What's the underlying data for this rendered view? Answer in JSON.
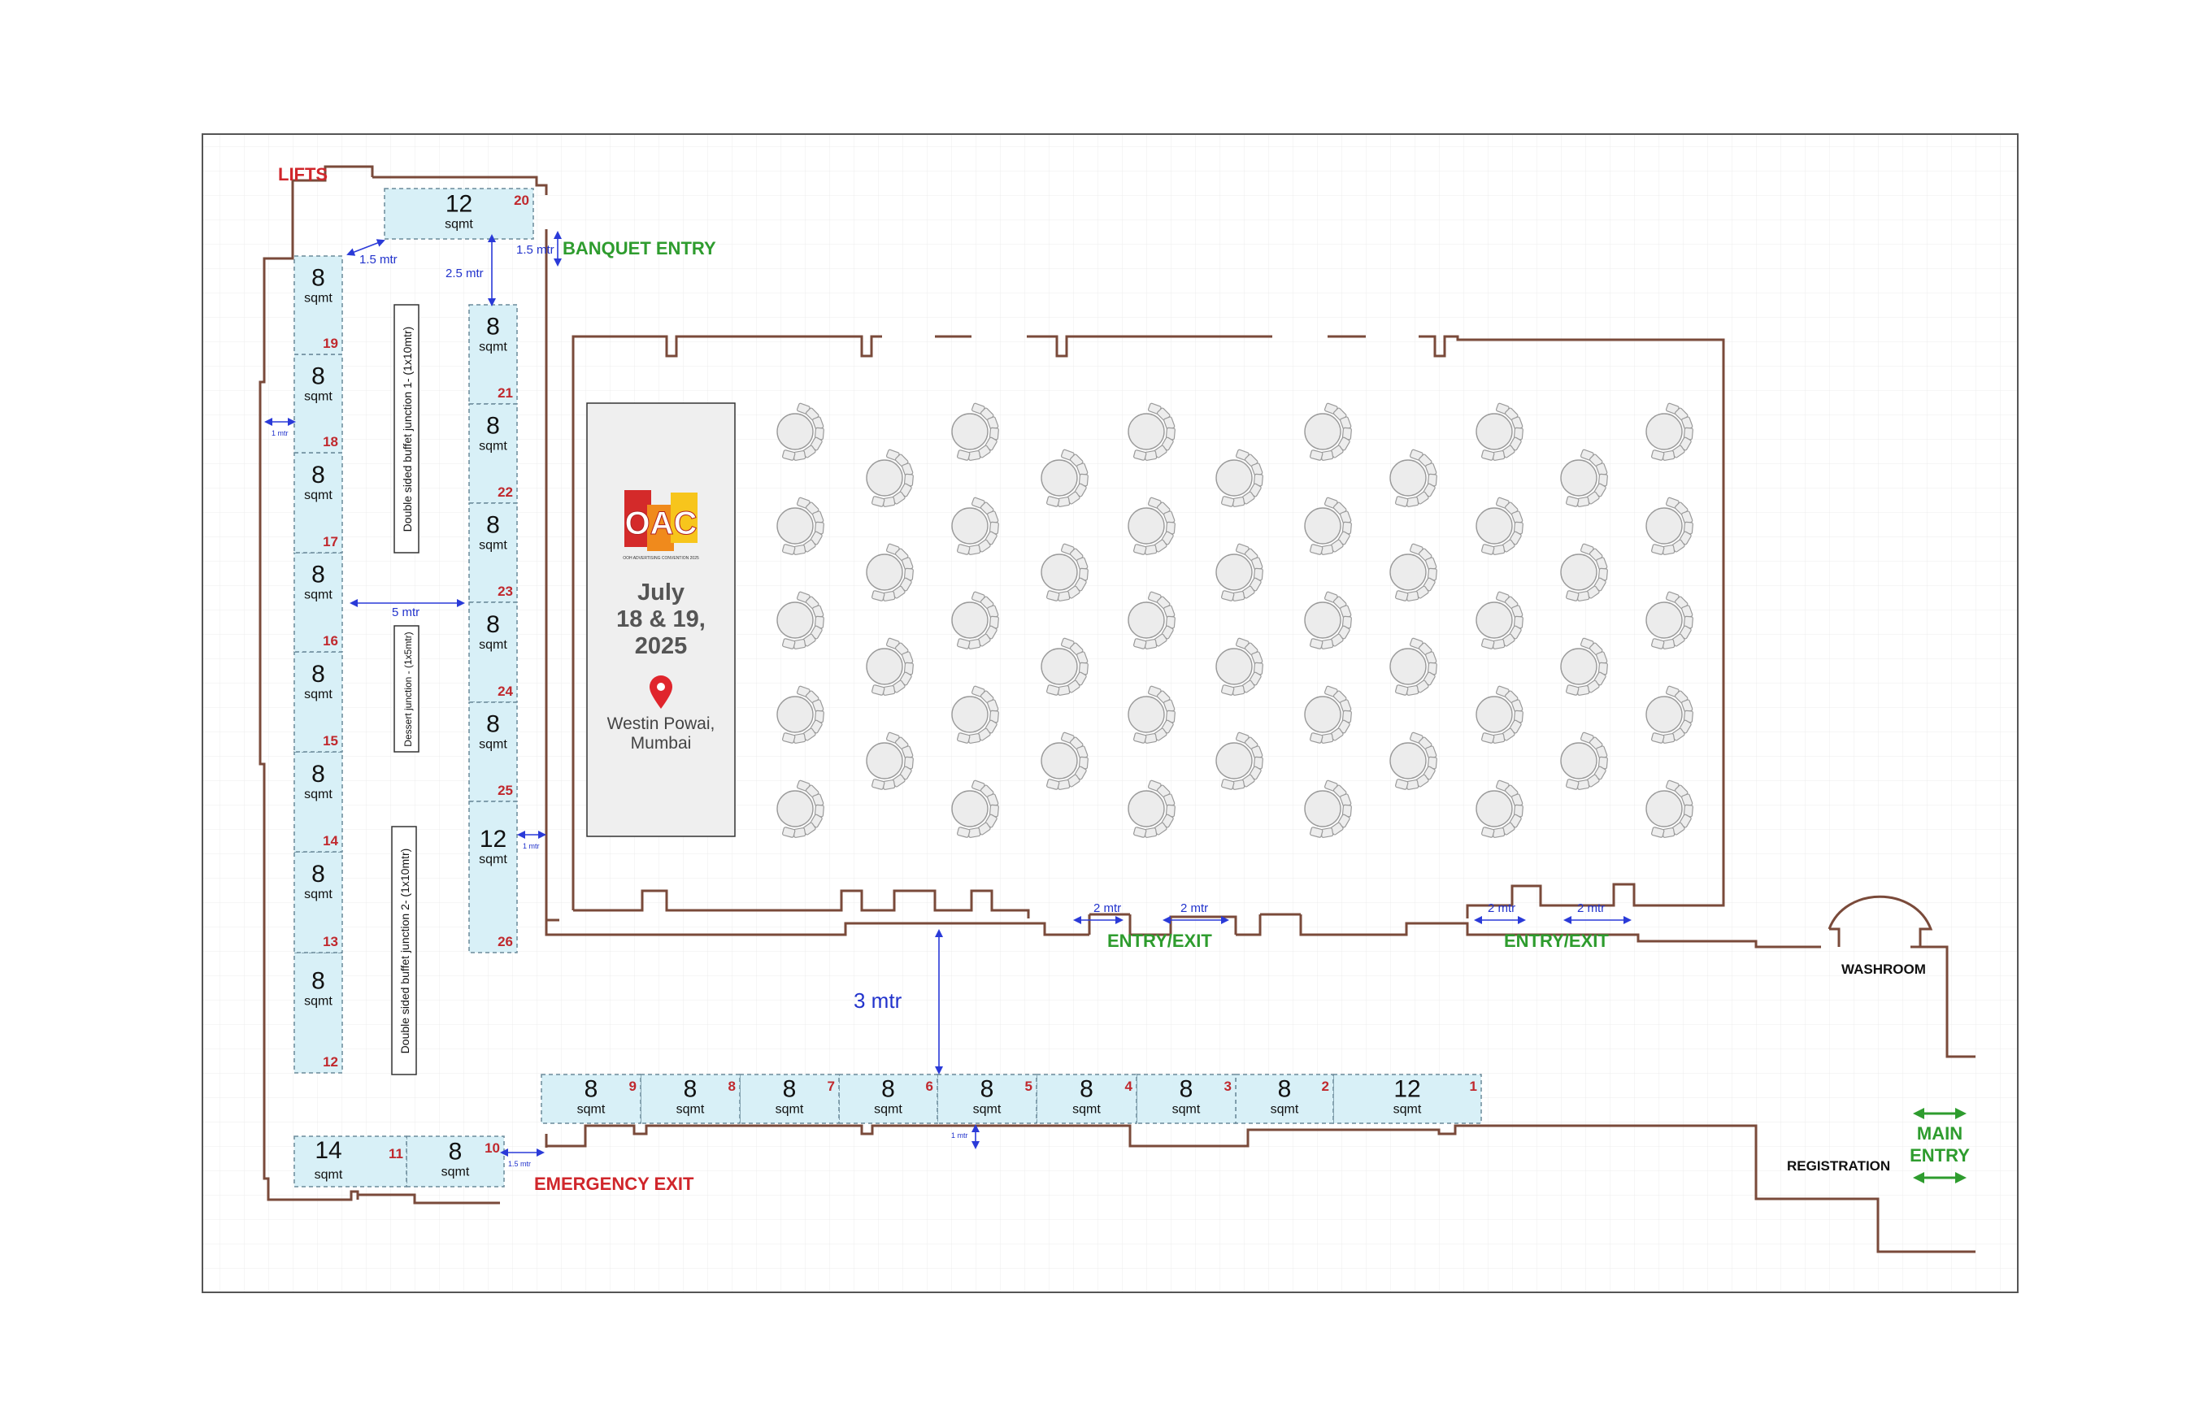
{
  "labels": {
    "lifts": "LIFTS",
    "banquet_entry": "BANQUET ENTRY",
    "emergency_exit": "EMERGENCY EXIT",
    "entry_exit_1": "ENTRY/EXIT",
    "entry_exit_2": "ENTRY/EXIT",
    "washroom": "WASHROOM",
    "registration": "REGISTRATION",
    "main_entry_line1": "MAIN",
    "main_entry_line2": "ENTRY"
  },
  "measurements": {
    "m_1_5_a": "1.5 mtr",
    "m_1_5_b": "1.5 mtr",
    "m_2_5": "2.5 mtr",
    "m_1_left": "1 mtr",
    "m_5": "5 mtr",
    "m_1_right": "1 mtr",
    "m_2_a": "2 mtr",
    "m_2_b": "2 mtr",
    "m_2_c": "2 mtr",
    "m_2_d": "2 mtr",
    "m_3": "3 mtr",
    "m_1_bottom": "1 mtr",
    "m_1_5_exit": "1.5 mtr"
  },
  "buffet": {
    "junction1": "Double sided buffet junction 1- (1x10mtr)",
    "dessert": "Dessert junction - (1x5mtr)",
    "junction2": "Double sided buffet junction 2- (1x10mtr)"
  },
  "stage": {
    "logo_text": "OAC",
    "logo_subtitle": "OOH ADVERTISING CONVENTION 2025",
    "date_line1": "July",
    "date_line2": "18 & 19,",
    "date_line3": "2025",
    "venue_line1": "Westin Powai,",
    "venue_line2": "Mumbai"
  },
  "unit": "sqmt",
  "booths": [
    {
      "num": "1",
      "size": "12"
    },
    {
      "num": "2",
      "size": "8"
    },
    {
      "num": "3",
      "size": "8"
    },
    {
      "num": "4",
      "size": "8"
    },
    {
      "num": "5",
      "size": "8"
    },
    {
      "num": "6",
      "size": "8"
    },
    {
      "num": "7",
      "size": "8"
    },
    {
      "num": "8",
      "size": "8"
    },
    {
      "num": "9",
      "size": "8"
    },
    {
      "num": "10",
      "size": "8"
    },
    {
      "num": "11",
      "size": "14"
    },
    {
      "num": "12",
      "size": "8"
    },
    {
      "num": "13",
      "size": "8"
    },
    {
      "num": "14",
      "size": "8"
    },
    {
      "num": "15",
      "size": "8"
    },
    {
      "num": "16",
      "size": "8"
    },
    {
      "num": "17",
      "size": "8"
    },
    {
      "num": "18",
      "size": "8"
    },
    {
      "num": "19",
      "size": "8"
    },
    {
      "num": "20",
      "size": "12"
    },
    {
      "num": "21",
      "size": "8"
    },
    {
      "num": "22",
      "size": "8"
    },
    {
      "num": "23",
      "size": "8"
    },
    {
      "num": "24",
      "size": "8"
    },
    {
      "num": "25",
      "size": "8"
    },
    {
      "num": "26",
      "size": "12"
    }
  ],
  "colors": {
    "wall": "#7a4a3a",
    "booth_fill": "#d8f0f7",
    "booth_number": "#c0282d",
    "measure": "#2a3ad8",
    "label_red": "#d0262b",
    "label_green": "#2e9c2e",
    "logo_red": "#d42a2a",
    "logo_orange": "#f08a1c",
    "logo_yellow": "#f7c51c"
  }
}
